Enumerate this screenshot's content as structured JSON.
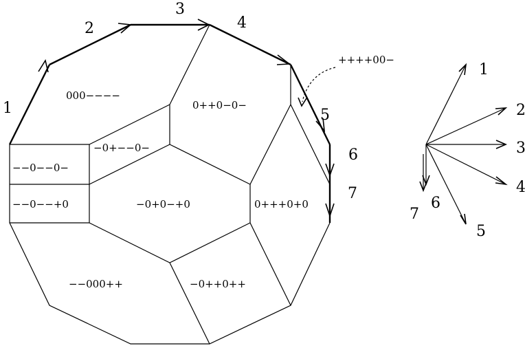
{
  "regions": [
    {
      "id": "r1",
      "label": "000−−−−"
    },
    {
      "id": "r2",
      "label": "0++0−0−"
    },
    {
      "id": "r3",
      "label": "−0+−−0−"
    },
    {
      "id": "r4",
      "label": "−−0−−0−"
    },
    {
      "id": "r5",
      "label": "−−0−−+0"
    },
    {
      "id": "r6",
      "label": "−0+0−+0"
    },
    {
      "id": "r7",
      "label": "0+++0+0"
    },
    {
      "id": "r8",
      "label": "−−000++"
    },
    {
      "id": "r9",
      "label": "−0++0++"
    }
  ],
  "callout": {
    "label": "++++00−"
  },
  "edge_numbers": [
    "1",
    "2",
    "3",
    "4",
    "5",
    "6",
    "7"
  ],
  "fan_numbers": [
    "1",
    "2",
    "3",
    "4",
    "5",
    "6",
    "7"
  ]
}
